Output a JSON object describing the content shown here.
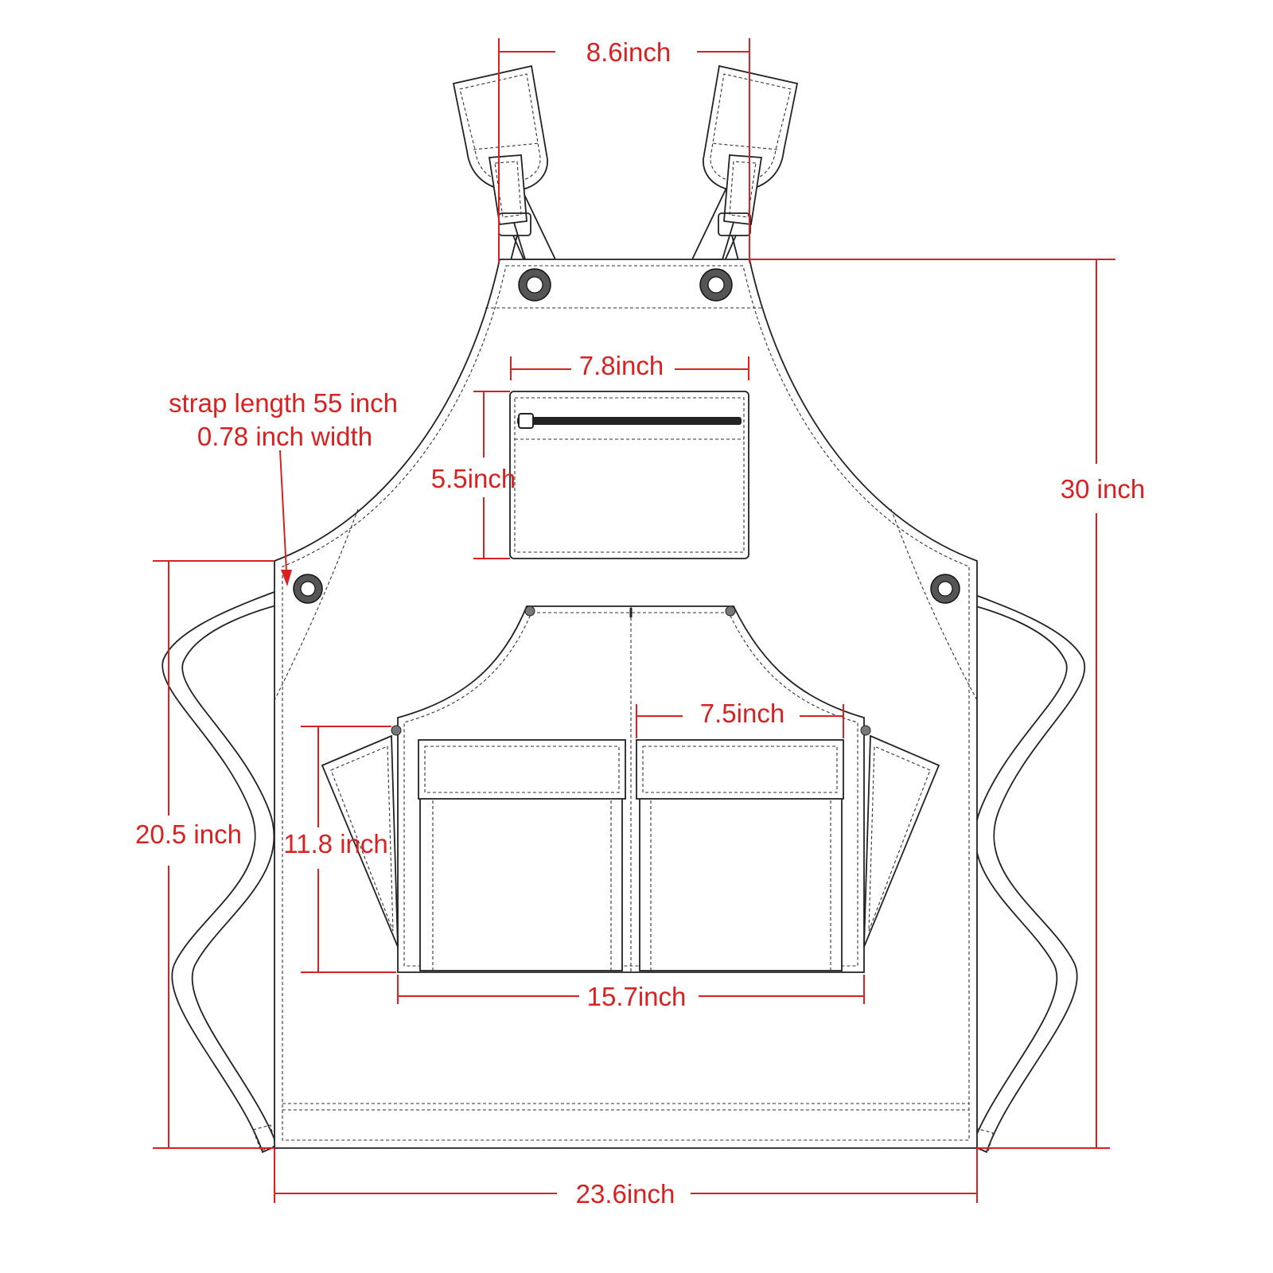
{
  "colors": {
    "dimension": "#d62222",
    "outline": "#222222"
  },
  "labels": {
    "strap_top_width": "8.6inch",
    "chest_pocket_width": "7.8inch",
    "chest_pocket_height": "5.5inch",
    "strap_length": "strap length  55  inch",
    "strap_width": "0.78 inch width",
    "total_length": "30 inch",
    "side_length": "20.5 inch",
    "pocket_height": "11.8 inch",
    "pocket_half_width": "7.5inch",
    "pocket_total_width": "15.7inch",
    "bottom_width": "23.6inch"
  }
}
